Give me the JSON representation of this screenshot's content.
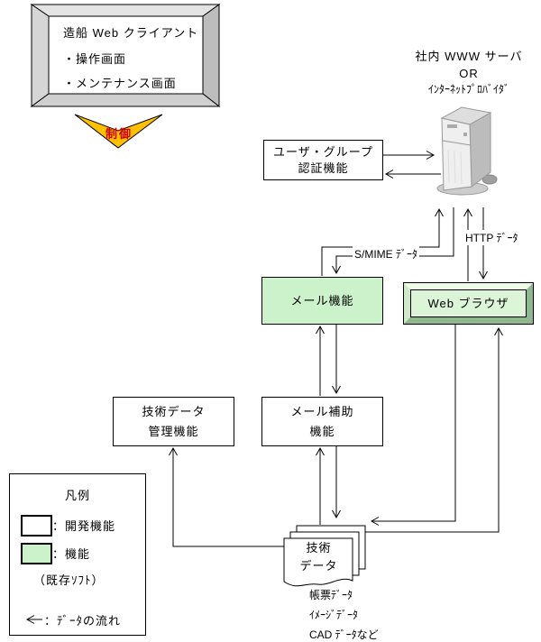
{
  "client": {
    "title": "造船 Web クライアント",
    "item1": "・操作画面",
    "item2": "・メンテナンス画面"
  },
  "control_arrow": {
    "label": "制御",
    "fill": "#ffc000",
    "label_color": "#d40000"
  },
  "server": {
    "line1": "社内 WWW サーバ",
    "line2": "OR",
    "line3": "ｲﾝﾀｰﾈｯﾄﾌﾟﾛﾊﾞｲﾀﾞ"
  },
  "auth_box": {
    "line1": "ユーザ・グループ",
    "line2": "認証機能"
  },
  "mail_box": {
    "label": "メール機能",
    "fill": "#ccf2cc"
  },
  "web_browser_box": {
    "label": "Web ブラウザ",
    "fill": "#dcf4d8"
  },
  "tech_mgmt_box": {
    "line1": "技術データ",
    "line2": "管理機能"
  },
  "mail_assist_box": {
    "line1": "メール補助",
    "line2": "機能"
  },
  "flow_labels": {
    "smime": "S/MIME ﾃﾞｰﾀ",
    "http": "HTTP ﾃﾞｰﾀ"
  },
  "doc_stack": {
    "line1": "技術",
    "line2": "データ"
  },
  "data_notes": {
    "n1": "帳票ﾃﾞｰﾀ",
    "n2": "ｲﾒｰｼﾞﾃﾞｰﾀ",
    "n3": "CAD ﾃﾞｰﾀなど"
  },
  "legend": {
    "title": "凡例",
    "item1": {
      "label": "：開発機能",
      "swatch": "#ffffff"
    },
    "item2": {
      "label": "：機能",
      "swatch": "#ccf2cc"
    },
    "note": "（既存ｿﾌﾄ）",
    "flow": "：ﾃﾞｰﾀの流れ"
  }
}
